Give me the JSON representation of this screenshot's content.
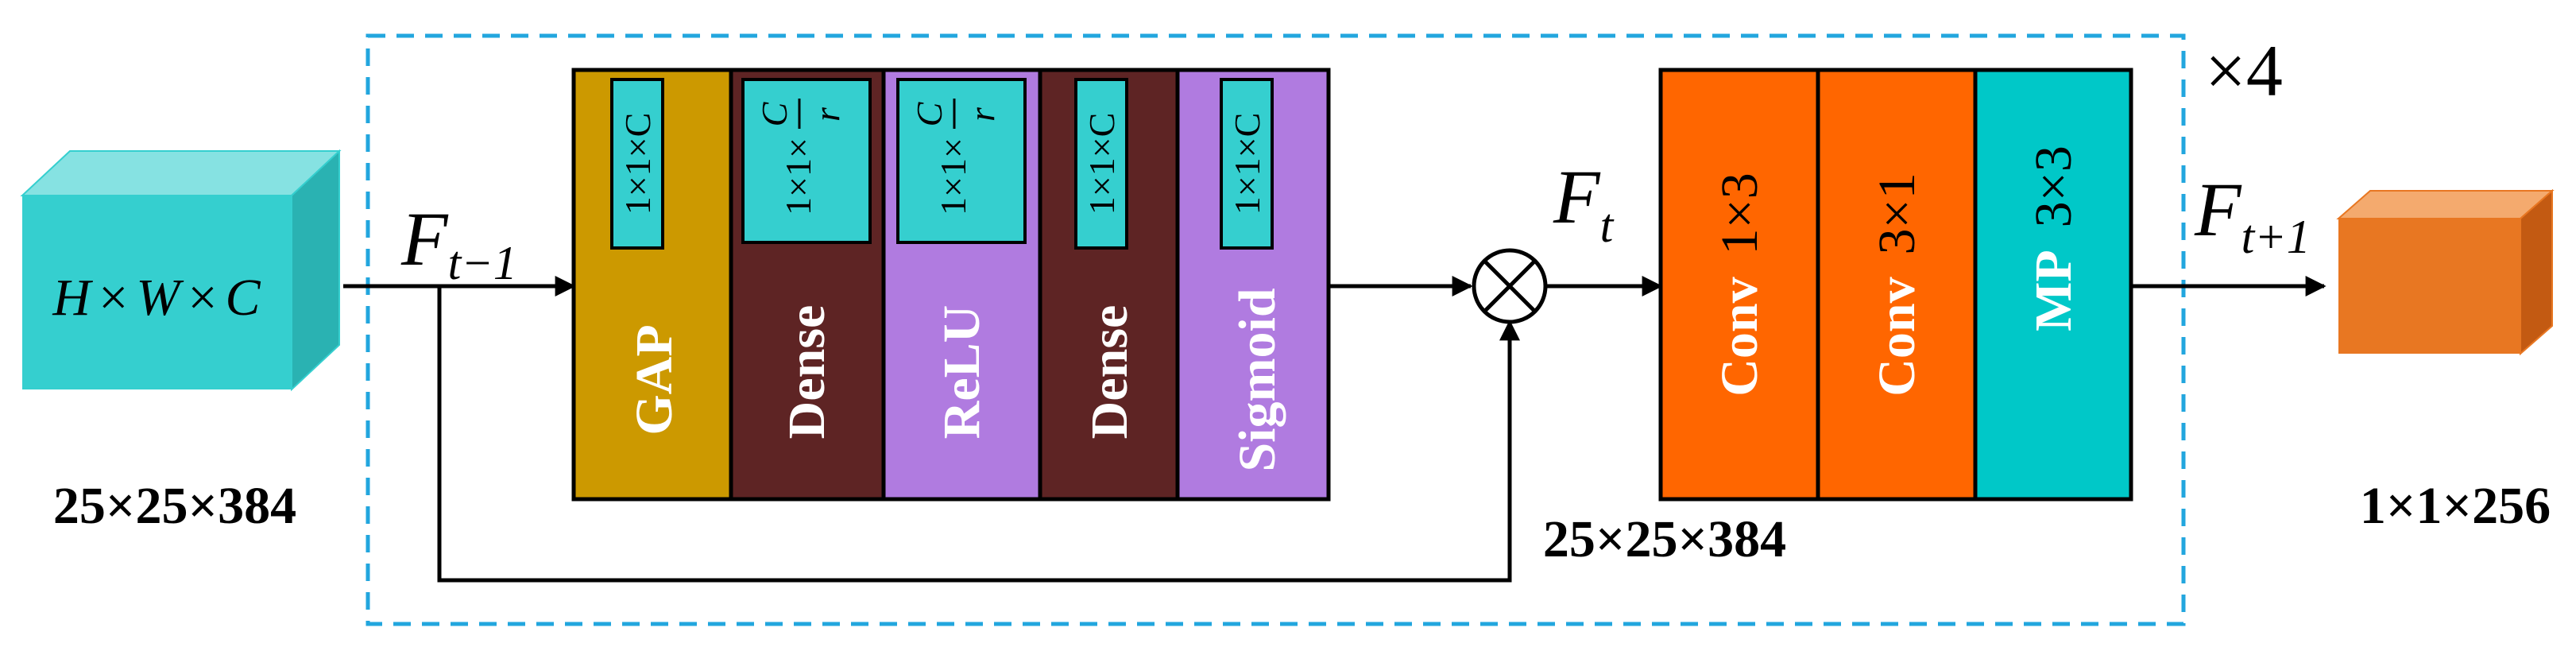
{
  "colors": {
    "cyan": "#35CFCF",
    "orange": "#FF6600",
    "teal": "#00C8C8",
    "gold": "#CC9900",
    "brown": "#5E2424",
    "lavender": "#B07BE0",
    "dash": "#22A6DE"
  },
  "input": {
    "formula_h": "H",
    "formula_w": "W",
    "formula_c": "C",
    "times": "×",
    "size": "25×25×384"
  },
  "repeat": "×4",
  "arrow_labels": {
    "f_prev_base": "F",
    "f_prev_sub": "t−1",
    "f_t_base": "F",
    "f_t_sub": "t",
    "f_next_base": "F",
    "f_next_sub": "t+1"
  },
  "se_block": {
    "gap": {
      "label": "GAP",
      "shape": "1×1×C"
    },
    "dense1": {
      "label": "Dense",
      "shape_prefix": "1×1×",
      "frac_num": "C",
      "frac_den": "r"
    },
    "relu": {
      "label": "ReLU",
      "shape_prefix": "1×1×",
      "frac_num": "C",
      "frac_den": "r"
    },
    "dense2": {
      "label": "Dense",
      "shape": "1×1×C"
    },
    "sigmoid": {
      "label": "Sigmoid",
      "shape": "1×1×C"
    }
  },
  "multiply_symbol": "multiply-circle",
  "mid_size": "25×25×384",
  "conv_block": {
    "conv1": {
      "name": "Conv",
      "kernel": "1×3"
    },
    "conv2": {
      "name": "Conv",
      "kernel": "3×1"
    },
    "mp": {
      "name": "MP",
      "kernel": "3×3"
    }
  },
  "output": {
    "size": "1×1×256"
  }
}
